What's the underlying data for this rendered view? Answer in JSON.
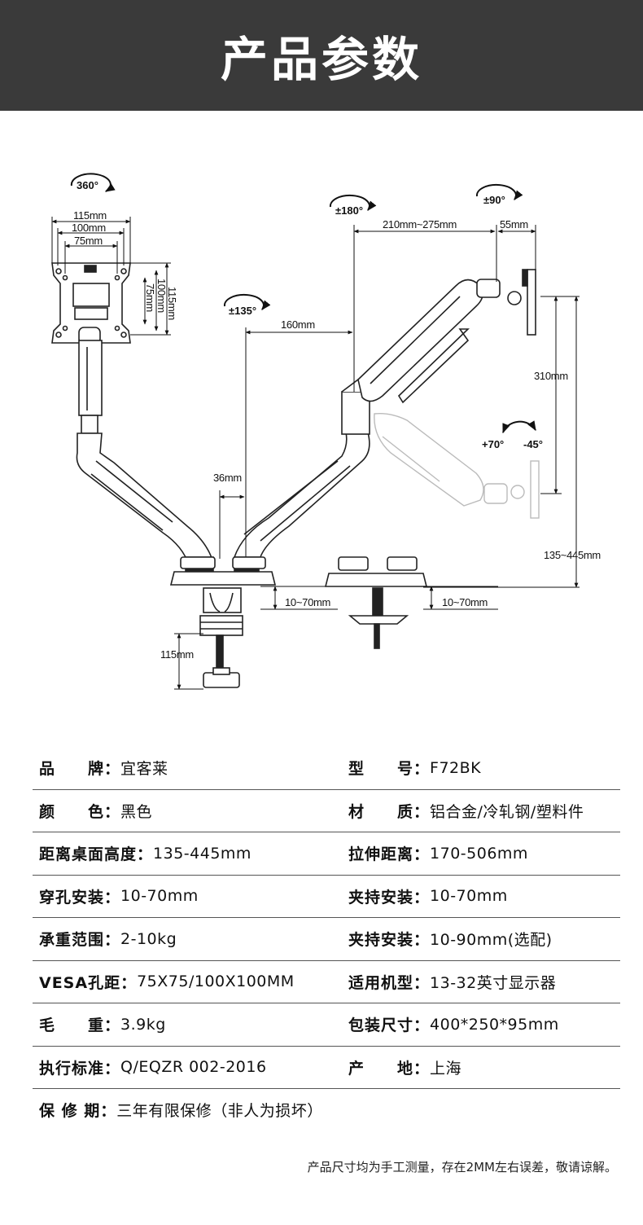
{
  "header": {
    "title": "产品参数"
  },
  "diagram": {
    "rot_360": "360°",
    "rot_180": "±180°",
    "rot_135": "±135°",
    "rot_90": "±90°",
    "tilt_up": "+70°",
    "tilt_down": "-45°",
    "vesa_115": "115mm",
    "vesa_100": "100mm",
    "vesa_75": "75mm",
    "vesa_v115": "115mm",
    "vesa_v100": "100mm",
    "vesa_v75": "75mm",
    "arm_reach": "210mm~275mm",
    "head_depth": "55mm",
    "arm_160": "160mm",
    "arm_36": "36mm",
    "height_310": "310mm",
    "height_range": "135~445mm",
    "grommet_range": "10~70mm",
    "clamp_range": "10~70mm",
    "clamp_115": "115mm"
  },
  "specs": [
    {
      "left": {
        "label": "品　　牌：",
        "value": "宜客莱"
      },
      "right": {
        "label": "型　　号：",
        "value": "F72BK"
      }
    },
    {
      "left": {
        "label": "颜　　色：",
        "value": "黑色"
      },
      "right": {
        "label": "材　　质：",
        "value": "铝合金/冷轧钢/塑料件"
      }
    },
    {
      "left": {
        "label": "距离桌面高度：",
        "value": "135-445mm"
      },
      "right": {
        "label": "拉伸距离：",
        "value": "170-506mm"
      }
    },
    {
      "left": {
        "label": "穿孔安装：",
        "value": "10-70mm"
      },
      "right": {
        "label": "夹持安装：",
        "value": "10-70mm"
      }
    },
    {
      "left": {
        "label": "承重范围：",
        "value": "2-10kg"
      },
      "right": {
        "label": "夹持安装：",
        "value": "10-90mm(选配)"
      }
    },
    {
      "left": {
        "label": "VESA孔距：",
        "value": "75X75/100X100MM"
      },
      "right": {
        "label": "适用机型：",
        "value": "13-32英寸显示器"
      }
    },
    {
      "left": {
        "label": "毛　　重：",
        "value": "3.9kg"
      },
      "right": {
        "label": "包装尺寸：",
        "value": "400*250*95mm"
      }
    },
    {
      "left": {
        "label": "执行标准：",
        "value": "Q/EQZR 002-2016"
      },
      "right": {
        "label": "产　　地：",
        "value": "上海"
      }
    },
    {
      "left": {
        "label": "保 修 期：",
        "value": "三年有限保修（非人为损坏）"
      },
      "right": {
        "label": "",
        "value": ""
      }
    }
  ],
  "note": "产品尺寸均为手工测量，存在2MM左右误差，敬请谅解。"
}
